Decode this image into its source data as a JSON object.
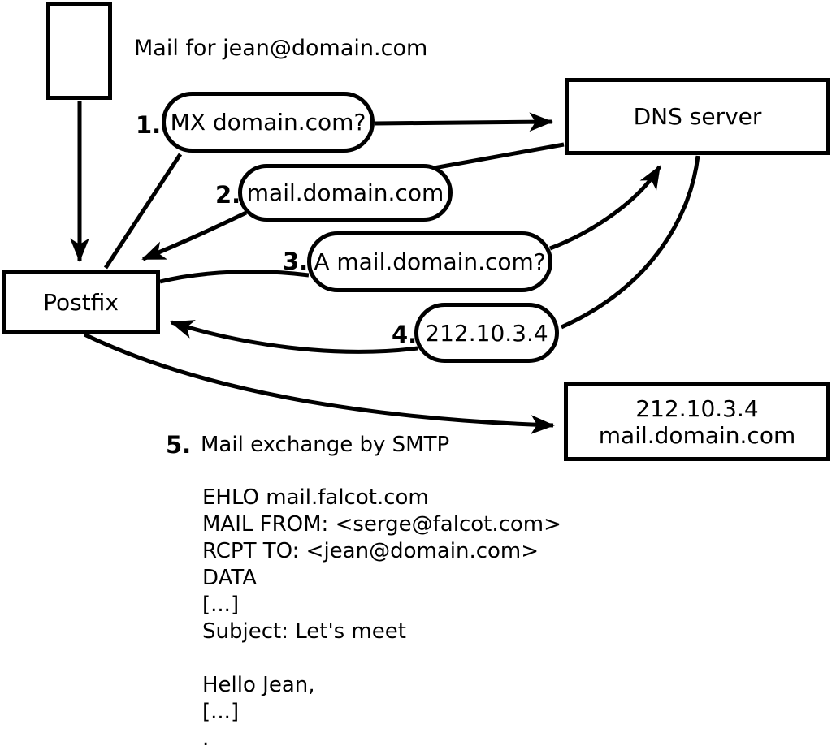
{
  "diagram": {
    "title": "Mail for jean@domain.com",
    "nodes": {
      "postfix": "Postfix",
      "dns_server": "DNS server",
      "destination": {
        "line1": "212.10.3.4",
        "line2": "mail.domain.com"
      }
    },
    "steps": [
      {
        "num": "1.",
        "label": "MX domain.com?"
      },
      {
        "num": "2.",
        "label": "mail.domain.com"
      },
      {
        "num": "3.",
        "label": "A mail.domain.com?"
      },
      {
        "num": "4.",
        "label": "212.10.3.4"
      },
      {
        "num": "5.",
        "label": "Mail exchange by SMTP"
      }
    ],
    "smtp_transcript": {
      "lines": [
        "EHLO mail.falcot.com",
        "MAIL FROM: <serge@falcot.com>",
        "RCPT TO: <jean@domain.com>",
        "DATA",
        "[...]",
        "Subject: Let's meet",
        "",
        "Hello Jean,",
        "[...]",
        "."
      ]
    },
    "colors": {
      "ink": "#000000",
      "background": "#ffffff"
    }
  }
}
